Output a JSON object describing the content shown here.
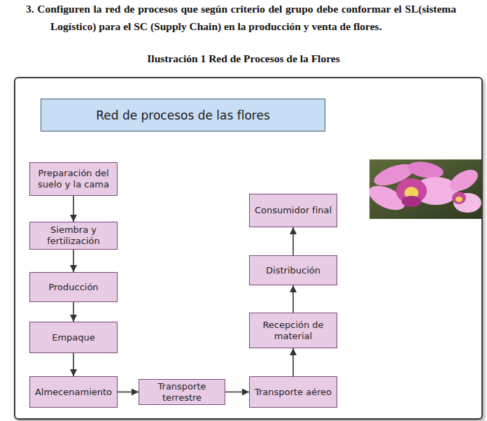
{
  "diagram": {
    "caption": "Ilustración 1 Red de Procesos de la Flores",
    "nodes": [
      {
        "text": [
          "Red de procesos de las flores"
        ]
      },
      {
        "text": [
          "Preparación del suelo y la cama"
        ]
      },
      {
        "text": [
          "Siembra y fertilización"
        ]
      },
      {
        "text": [
          "Producción"
        ]
      },
      {
        "text": [
          "Empaque"
        ]
      },
      {
        "text": [
          "Almecenamiento"
        ]
      },
      {
        "text": [
          "Transporte terrestre"
        ]
      },
      {
        "text": [
          "Transporte aéreo"
        ]
      },
      {
        "text": [
          "Recepción de material"
        ]
      },
      {
        "text": [
          "Distribución"
        ]
      },
      {
        "text": [
          "Consumidor final"
        ]
      }
    ],
    "edges": [
      {
        "from": 1,
        "to": 2,
        "arrow": "to"
      },
      {
        "from": 2,
        "to": 3,
        "arrow": "to"
      },
      {
        "from": 3,
        "to": 4,
        "arrow": "to"
      },
      {
        "from": 4,
        "to": 5,
        "arrow": "to"
      },
      {
        "from": 5,
        "to": 6,
        "arrow": "to"
      },
      {
        "from": 6,
        "to": 7,
        "arrow": "to"
      },
      {
        "from": 7,
        "to": 8,
        "arrow": "to"
      },
      {
        "from": 8,
        "to": 9,
        "arrow": "to"
      },
      {
        "from": 9,
        "to": 10,
        "arrow": "to"
      }
    ],
    "labels": [
      "3. Configuren la red de procesos que según criterio del grupo debe conformar el SL(sistema Logístico) para el SC (Supply Chain) en la producción y venta de flores."
    ]
  }
}
